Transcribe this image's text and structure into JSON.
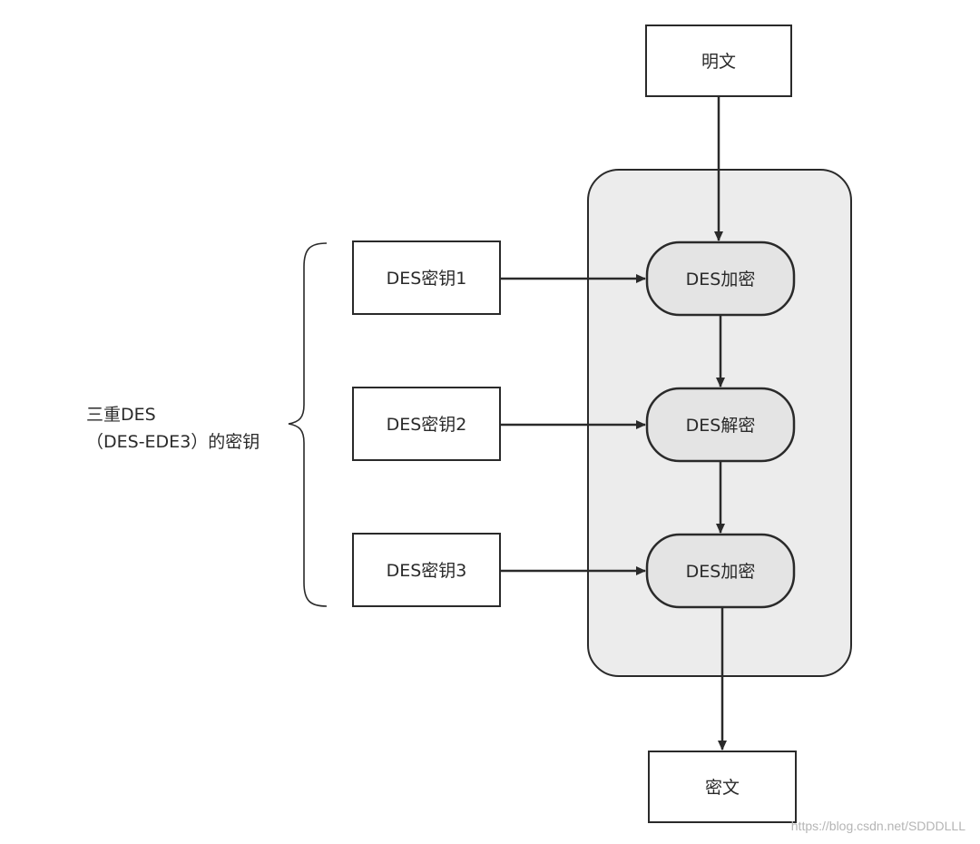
{
  "nodes": {
    "plaintext": "明文",
    "key1": "DES密钥1",
    "key2": "DES密钥2",
    "key3": "DES密钥3",
    "encrypt1": "DES加密",
    "decrypt": "DES解密",
    "encrypt2": "DES加密",
    "ciphertext": "密文"
  },
  "side_label": {
    "line1": "三重DES",
    "line2": "（DES-EDE3）的密钥"
  },
  "watermark": "https://blog.csdn.net/SDDDLLL",
  "colors": {
    "stroke": "#2a2a2a",
    "group_fill": "#ececec",
    "op_fill": "#e4e4e4",
    "box_fill": "#ffffff"
  }
}
